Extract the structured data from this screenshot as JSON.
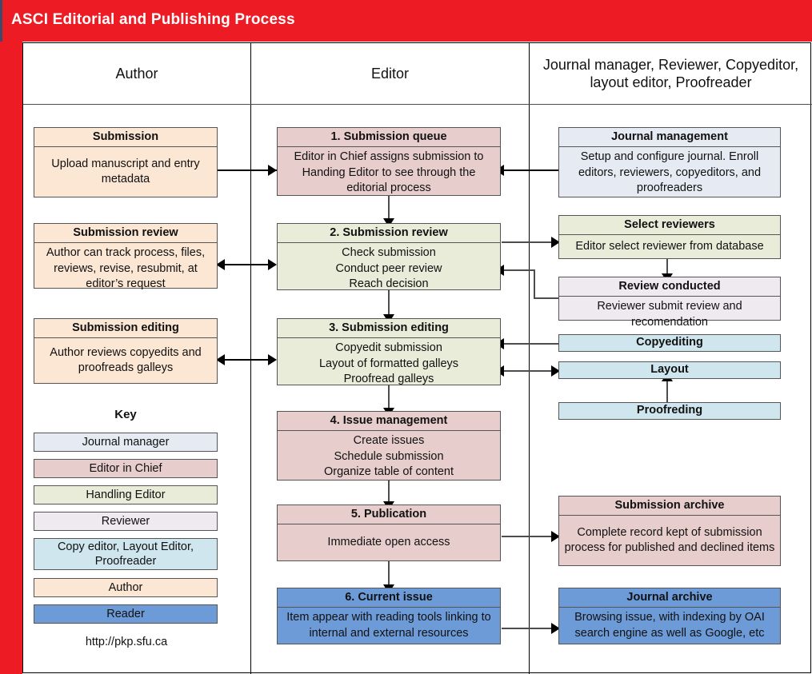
{
  "header": {
    "title": "ASCI Editorial and Publishing Process",
    "bar_color": "#ed1c24",
    "title_color": "#ffffff"
  },
  "lanes": [
    {
      "name": "author",
      "label": "Author"
    },
    {
      "name": "editor",
      "label": "Editor"
    },
    {
      "name": "others",
      "label": "Journal manager, Reviewer, Copyeditor, layout editor, Proofreader"
    }
  ],
  "author_column": {
    "nodes": [
      {
        "id": "submission",
        "title": "Submission",
        "body": "Upload manuscript and entry metadata",
        "role": "Author",
        "color": "#fce6d4"
      },
      {
        "id": "submission-review",
        "title": "Submission review",
        "body": "Author can track process, files, reviews, revise, resubmit, at editor’s request",
        "role": "Author",
        "color": "#fce6d4"
      },
      {
        "id": "submission-editing",
        "title": "Submission editing",
        "body": "Author reviews copyedits and proofreads galleys",
        "role": "Author",
        "color": "#fce6d4"
      }
    ]
  },
  "editor_column": {
    "nodes": [
      {
        "id": "submission-queue",
        "title": "1. Submission queue",
        "body": "Editor in Chief assigns submission to Handing Editor to see through the editorial process",
        "role": "Editor in Chief",
        "color": "#e8cdcd"
      },
      {
        "id": "submission-review",
        "title": "2. Submission review",
        "body": "Check submission\nConduct peer review\nReach decision",
        "role": "Handling Editor",
        "color": "#e8ecd9"
      },
      {
        "id": "submission-editing",
        "title": "3. Submission editing",
        "body": "Copyedit submission\nLayout of formatted galleys\nProofread galleys",
        "role": "Handling Editor",
        "color": "#e8ecd9"
      },
      {
        "id": "issue-management",
        "title": "4. Issue management",
        "body": "Create issues\nSchedule submission\nOrganize table of content",
        "role": "Editor in Chief",
        "color": "#e8cdcd"
      },
      {
        "id": "publication",
        "title": "5. Publication",
        "body": "Immediate open access",
        "role": "Editor in Chief",
        "color": "#e8cdcd"
      },
      {
        "id": "current-issue",
        "title": "6. Current issue",
        "body": "Item appear with reading tools linking to internal and external resources",
        "role": "Reader",
        "color": "#6d9bd8"
      }
    ]
  },
  "others_column": {
    "nodes": [
      {
        "id": "journal-management",
        "title": "Journal management",
        "body": "Setup and configure journal. Enroll editors, reviewers, copyeditors, and proofreaders",
        "role": "Journal manager",
        "color": "#e6eaf3"
      },
      {
        "id": "select-reviewers",
        "title": "Select reviewers",
        "body": "Editor select reviewer from database",
        "role": "Handling Editor",
        "color": "#e8ecd9"
      },
      {
        "id": "review-conducted",
        "title": "Review conducted",
        "body": "Reviewer submit review and recomendation",
        "role": "Reviewer",
        "color": "#eeeaf0"
      },
      {
        "id": "copyediting",
        "title": "Copyediting",
        "body": "",
        "role": "Copy editor, Layout Editor, Proofreader",
        "color": "#cfe6ee"
      },
      {
        "id": "layout",
        "title": "Layout",
        "body": "",
        "role": "Copy editor, Layout Editor, Proofreader",
        "color": "#cfe6ee"
      },
      {
        "id": "proofreding",
        "title": "Proofreding",
        "body": "",
        "role": "Copy editor, Layout Editor, Proofreader",
        "color": "#cfe6ee"
      },
      {
        "id": "submission-archive",
        "title": "Submission archive",
        "body": "Complete record kept of submission process for published and declined items",
        "role": "Editor in Chief",
        "color": "#e8cdcd"
      },
      {
        "id": "journal-archive",
        "title": "Journal archive",
        "body": "Browsing issue, with indexing by OAI search engine as well as Google, etc",
        "role": "Reader",
        "color": "#6d9bd8"
      }
    ]
  },
  "key": {
    "title": "Key",
    "items": [
      {
        "label": "Journal manager",
        "color": "#e6eaf3"
      },
      {
        "label": "Editor in Chief",
        "color": "#e8cdcd"
      },
      {
        "label": "Handling Editor",
        "color": "#e8ecd9"
      },
      {
        "label": "Reviewer",
        "color": "#eeeaf0"
      },
      {
        "label": "Copy editor, Layout Editor, Proofreader",
        "color": "#cfe6ee"
      },
      {
        "label": "Author",
        "color": "#fce6d4"
      },
      {
        "label": "Reader",
        "color": "#6d9bd8"
      }
    ],
    "url": "http://pkp.sfu.ca"
  }
}
